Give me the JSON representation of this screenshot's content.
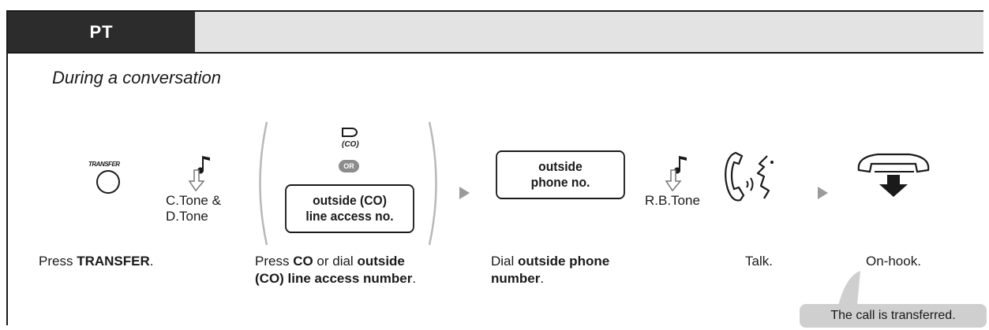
{
  "header": {
    "tab_label": "PT"
  },
  "subtitle": "During a conversation",
  "steps": {
    "transfer_key_caption": "TRANSFER",
    "tone1": [
      "C.Tone &",
      "D.Tone"
    ],
    "co_caption": "(CO)",
    "or_label": "OR",
    "co_box": [
      "outside (CO)",
      "line access no."
    ],
    "phone_box": [
      "outside",
      "phone no."
    ],
    "tone2": "R.B.Tone"
  },
  "descriptions": {
    "d1": {
      "pre": "Press ",
      "bold": "TRANSFER",
      "post": "."
    },
    "d2": {
      "pre": "Press ",
      "b1": "CO",
      "mid": " or dial ",
      "b2": "outside",
      "b3": "(CO) line access number",
      "post": "."
    },
    "d3": {
      "pre": "Dial ",
      "b1": "outside phone",
      "b2": "number",
      "post": "."
    },
    "d4": "Talk.",
    "d5": "On-hook."
  },
  "note": "The call is transferred."
}
